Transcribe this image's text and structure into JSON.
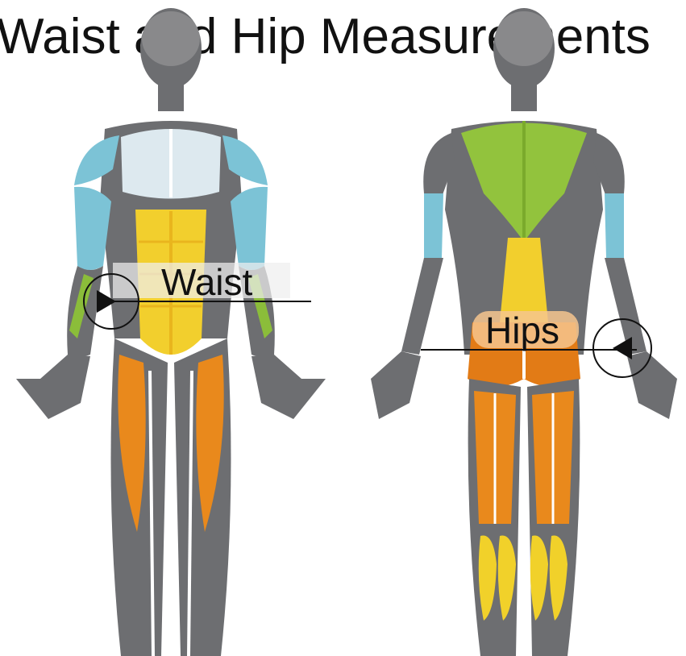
{
  "title": "Waist and Hip Measurements",
  "figures": {
    "front": {
      "view": "front",
      "label": "Waist"
    },
    "back": {
      "view": "back",
      "label": "Hips"
    }
  },
  "colors": {
    "body": "#6d6e71",
    "outline": "#ffffff",
    "chest": "#dde9ef",
    "shoulder": "#7cc3d6",
    "abs": "#f2cf2d",
    "quad": "#e9891c",
    "forearm": "#8bbd3a",
    "lats": "#92c33d",
    "glutes": "#e27b16",
    "calves": "#f1d12a",
    "label_band": "#e6e6e6"
  },
  "icons": [
    "right-arrow-marker-icon",
    "left-arrow-marker-icon"
  ]
}
